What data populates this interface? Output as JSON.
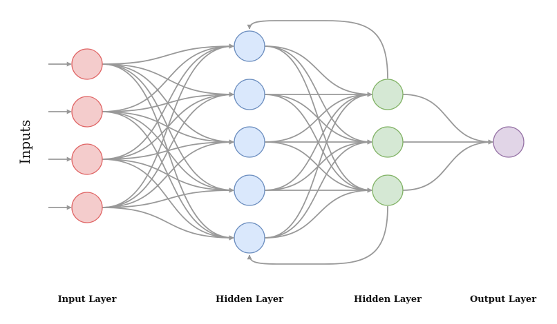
{
  "side_label": "Inputs",
  "layer_labels": [
    "Input Layer",
    "Hidden Layer",
    "Hidden Layer",
    "Output Layer"
  ],
  "layers": [
    {
      "nodes": 4,
      "fill": "#f4cccc",
      "stroke": "#e06666"
    },
    {
      "nodes": 5,
      "fill": "#dae8fc",
      "stroke": "#6c8ebf"
    },
    {
      "nodes": 3,
      "fill": "#d5e8d4",
      "stroke": "#82b366"
    },
    {
      "nodes": 1,
      "fill": "#e1d5e7",
      "stroke": "#9673a6"
    }
  ],
  "edge_color": "#999999"
}
